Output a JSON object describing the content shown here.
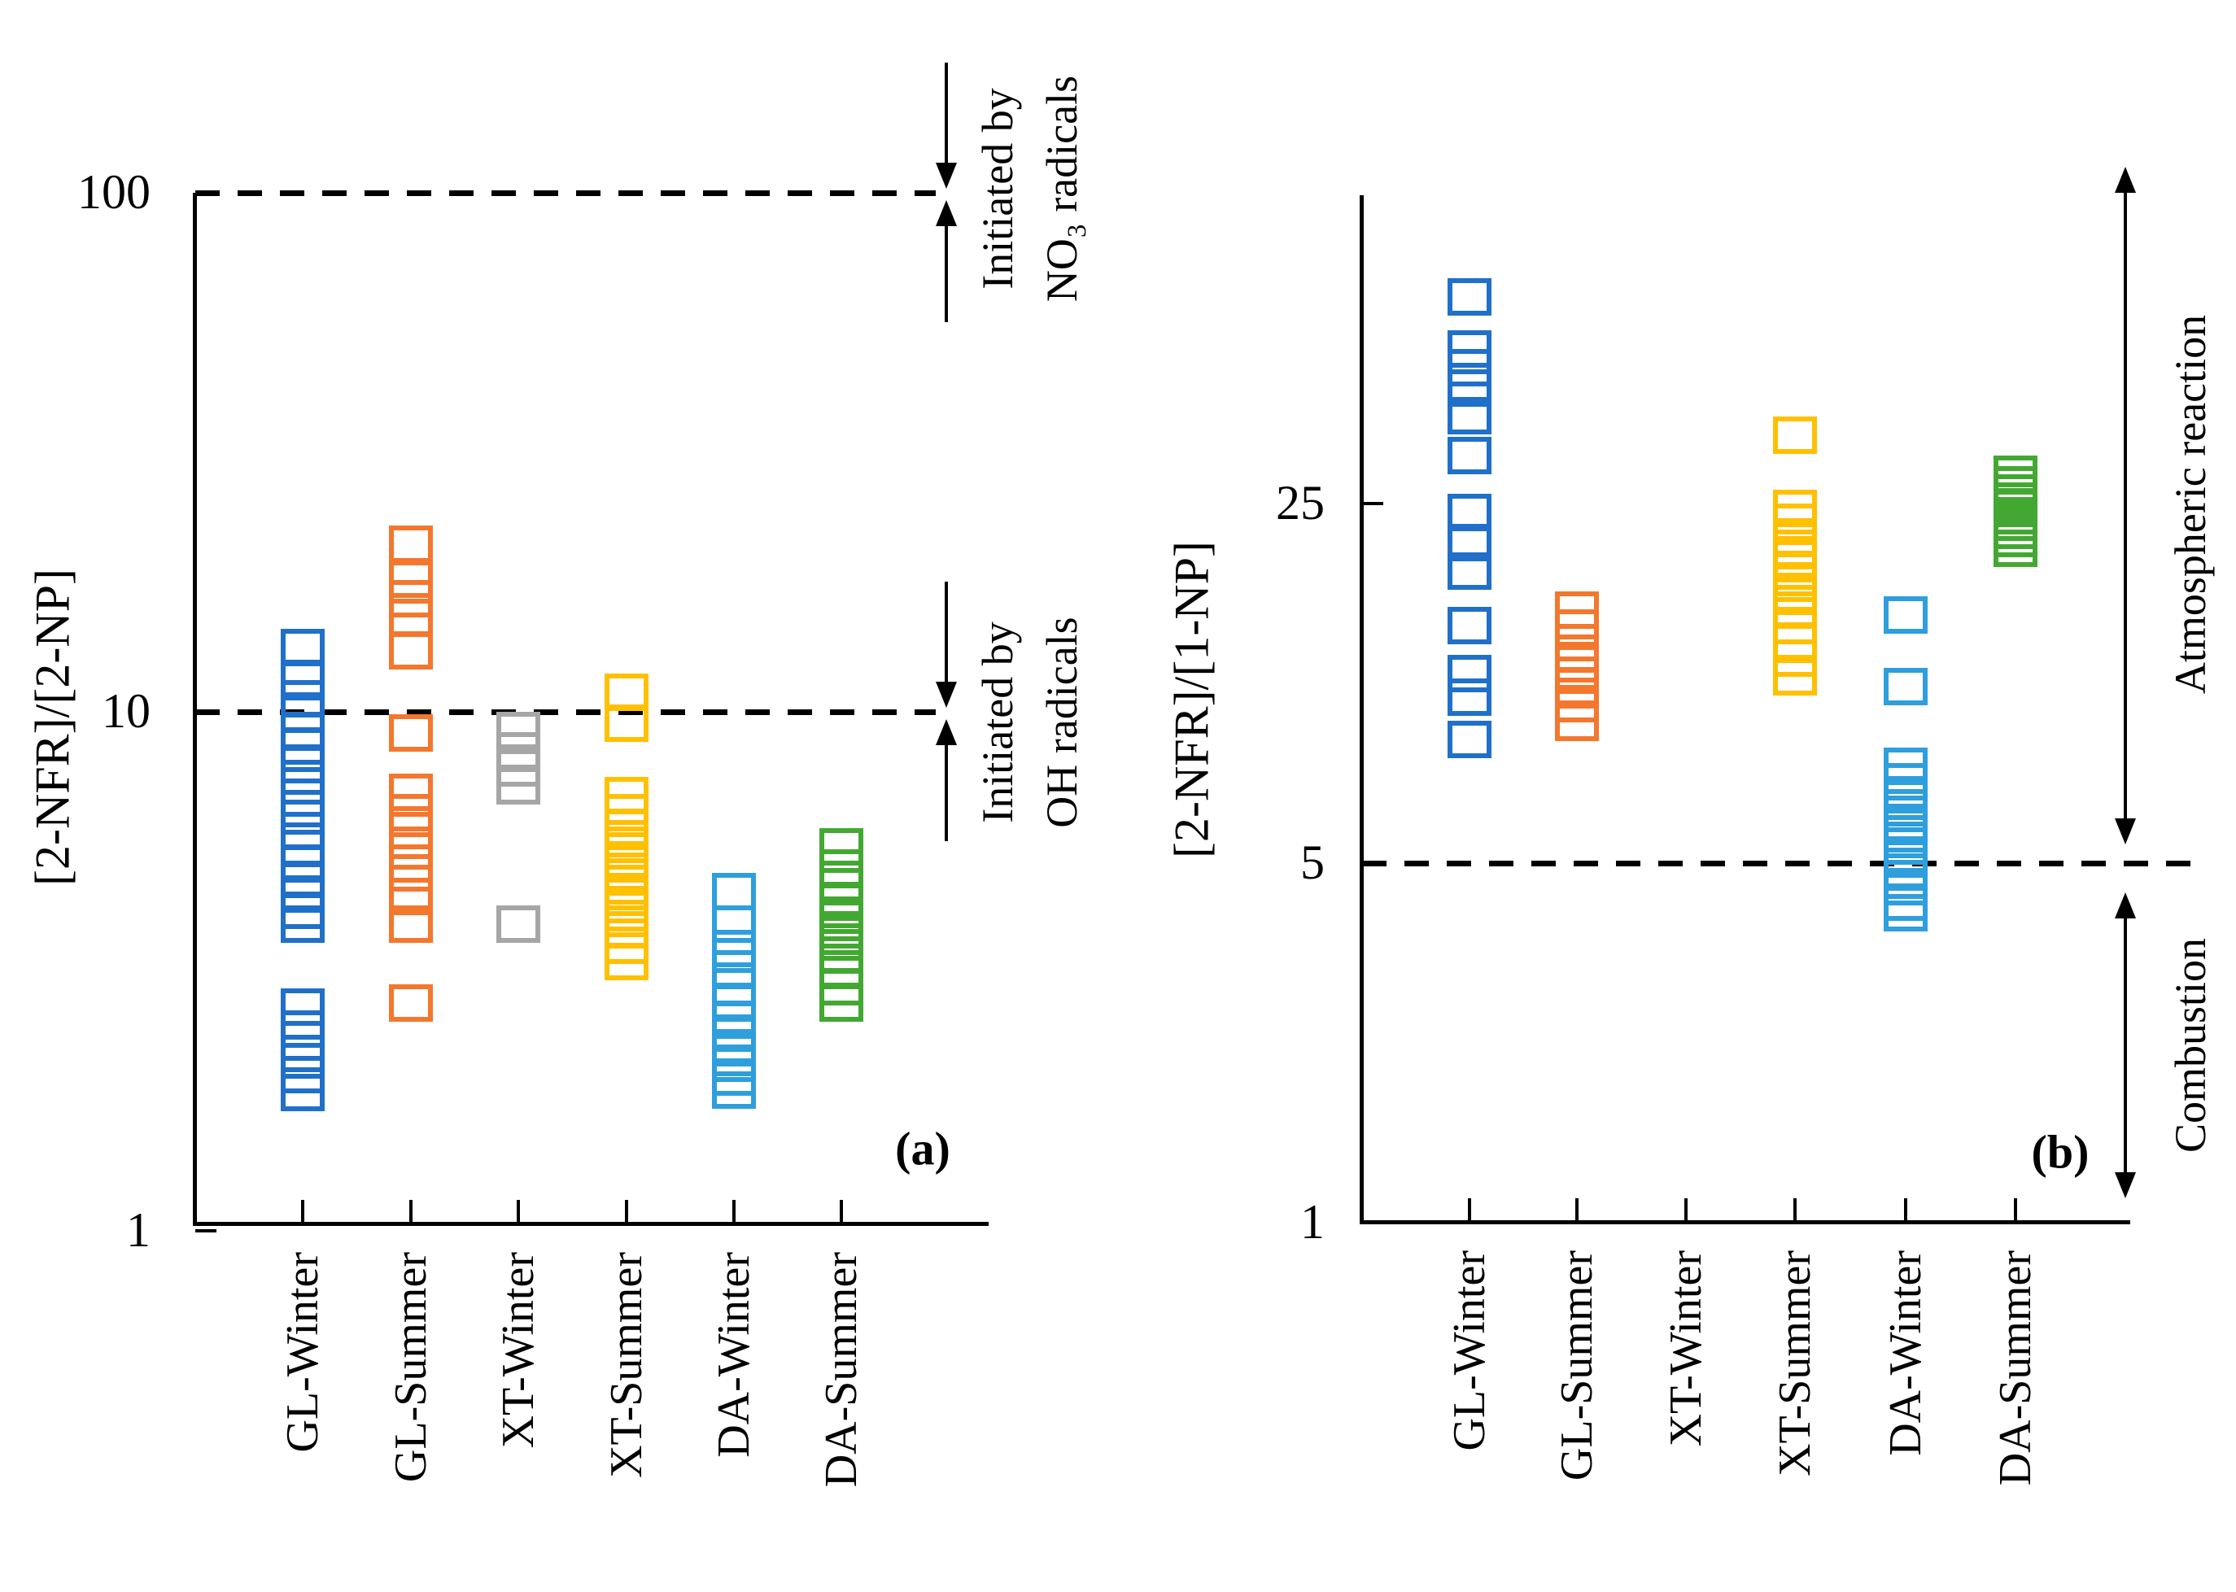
{
  "chart_data": [
    {
      "id": "a",
      "type": "scatter",
      "panel_label": "(a)",
      "ylabel": "[2-NFR]/[2-NP]",
      "yscale": "log",
      "ylim": [
        1,
        180
      ],
      "yticks": [
        {
          "value": 100,
          "label": "100"
        },
        {
          "value": 10,
          "label": "10"
        },
        {
          "value": 1,
          "label": "1"
        }
      ],
      "categories": [
        "GL-Winter",
        "GL-Summer",
        "XT-Winter",
        "XT-Summer",
        "DA-Winter",
        "DA-Summer"
      ],
      "dashed_lines": [
        {
          "value": 100,
          "annotation_line1": "Initiated by",
          "annotation_line2": "NO₃ radicals"
        },
        {
          "value": 10,
          "annotation_line1": "Initiated by",
          "annotation_line2": "OH radicals"
        }
      ],
      "marker": "open-square",
      "series": [
        {
          "name": "GL-Winter",
          "color": "#2070C9",
          "values": [
            13.3,
            11.6,
            10.6,
            9.9,
            9.2,
            8.6,
            7.9,
            7.2,
            6.5,
            5.9,
            5.45,
            5.1,
            4.75,
            4.45,
            4.15,
            3.9,
            2.7,
            2.45,
            2.2,
            2.0,
            1.85
          ]
        },
        {
          "name": "GL-Summer",
          "color": "#F4772E",
          "values": [
            21,
            18,
            16.5,
            15.2,
            13.1,
            9.1,
            7.0,
            6.4,
            5.9,
            5.4,
            4.9,
            4.4,
            3.9,
            2.75
          ]
        },
        {
          "name": "XT-Winter",
          "color": "#A6A6A6",
          "values": [
            9.2,
            8.4,
            7.8,
            7.2,
            3.9
          ]
        },
        {
          "name": "XT-Summer",
          "color": "#FFC000",
          "values": [
            10.9,
            9.5,
            6.9,
            6.4,
            6.0,
            5.7,
            5.4,
            5.1,
            4.8,
            4.5,
            4.25,
            4.0,
            3.8,
            3.55,
            3.3
          ]
        },
        {
          "name": "DA-Winter",
          "color": "#2E9FDC",
          "values": [
            4.5,
            3.9,
            3.5,
            3.2,
            2.95,
            2.75,
            2.55,
            2.4,
            2.25,
            2.1,
            1.98,
            1.87
          ]
        },
        {
          "name": "DA-Summer",
          "color": "#43A832",
          "values": [
            5.5,
            5.0,
            4.6,
            4.3,
            4.05,
            3.8,
            3.6,
            3.4,
            3.2,
            2.95,
            2.75
          ]
        }
      ]
    },
    {
      "id": "b",
      "type": "scatter",
      "panel_label": "(b)",
      "ylabel": "[2-NFR]/[1-NP]",
      "yscale": "log",
      "ylim": [
        1,
        90
      ],
      "yticks": [
        {
          "value": 25,
          "label": "25"
        },
        {
          "value": 5,
          "label": "5"
        },
        {
          "value": 1,
          "label": "1"
        }
      ],
      "categories": [
        "GL-Winter",
        "GL-Summer",
        "XT-Winter",
        "XT-Summer",
        "DA-Winter",
        "DA-Summer"
      ],
      "dashed_lines": [
        {
          "value": 5
        }
      ],
      "right_annotations": [
        {
          "text": "Atmospheric reaction",
          "side": "above-dashed-line"
        },
        {
          "text": "Combustion",
          "side": "below-dashed-line"
        }
      ],
      "marker": "open-square",
      "series": [
        {
          "name": "GL-Winter",
          "color": "#2070C9",
          "values": [
            63,
            50,
            46,
            42,
            37,
            31,
            24,
            21,
            18.5,
            14.5,
            11.7,
            10.5,
            8.7
          ]
        },
        {
          "name": "GL-Summer",
          "color": "#F4772E",
          "values": [
            15.5,
            14.3,
            13.4,
            12.8,
            12.2,
            11.6,
            11.0,
            10.2,
            9.4
          ]
        },
        {
          "name": "XT-Winter",
          "color": "#A6A6A6",
          "values": []
        },
        {
          "name": "XT-Summer",
          "color": "#FFC000",
          "values": [
            34,
            24.5,
            23,
            21.5,
            20.5,
            19.5,
            18.5,
            17.5,
            16.5,
            15.5,
            14.5,
            13.5,
            12.5,
            11.5
          ]
        },
        {
          "name": "DA-Winter",
          "color": "#2E9FDC",
          "values": [
            15.2,
            11.0,
            7.7,
            7.2,
            6.8,
            6.4,
            6.0,
            5.7,
            5.4,
            5.1,
            4.8,
            4.5,
            4.2,
            4.0
          ]
        },
        {
          "name": "DA-Summer",
          "color": "#43A832",
          "values": [
            28.5,
            27.2,
            26.2,
            25.3,
            24.5,
            23.7,
            23.0,
            22.2,
            21.4,
            20.5
          ]
        }
      ]
    }
  ]
}
